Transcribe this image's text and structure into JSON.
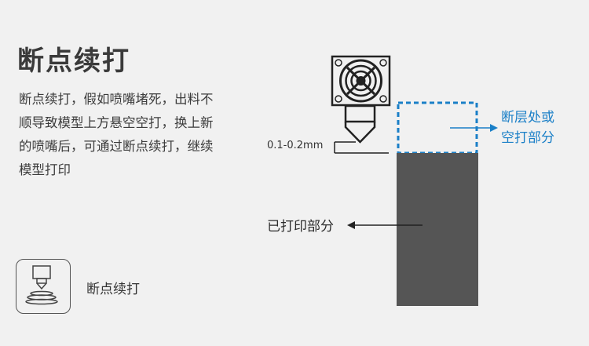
{
  "title": "断点续打",
  "description": "断点续打，假如喷嘴堵死，出料不顺导致模型上方悬空空打，换上新的喷嘴后，可通过断点续打，继续模型打印",
  "badge": {
    "label": "断点续打",
    "icon": "nozzle-layers-icon"
  },
  "diagram": {
    "gap_label": "0.1-0.2mm",
    "printed_label": "已打印部分",
    "break_label_line1": "断层处或",
    "break_label_line2": "空打部分",
    "colors": {
      "printed_block": "#555555",
      "dashed_outline": "#1a7fc7",
      "accent_text": "#1a7fc7",
      "ink": "#222222"
    },
    "icons": [
      "cooling-fan-icon",
      "nozzle-icon",
      "arrow-left-icon",
      "arrow-right-icon"
    ]
  }
}
